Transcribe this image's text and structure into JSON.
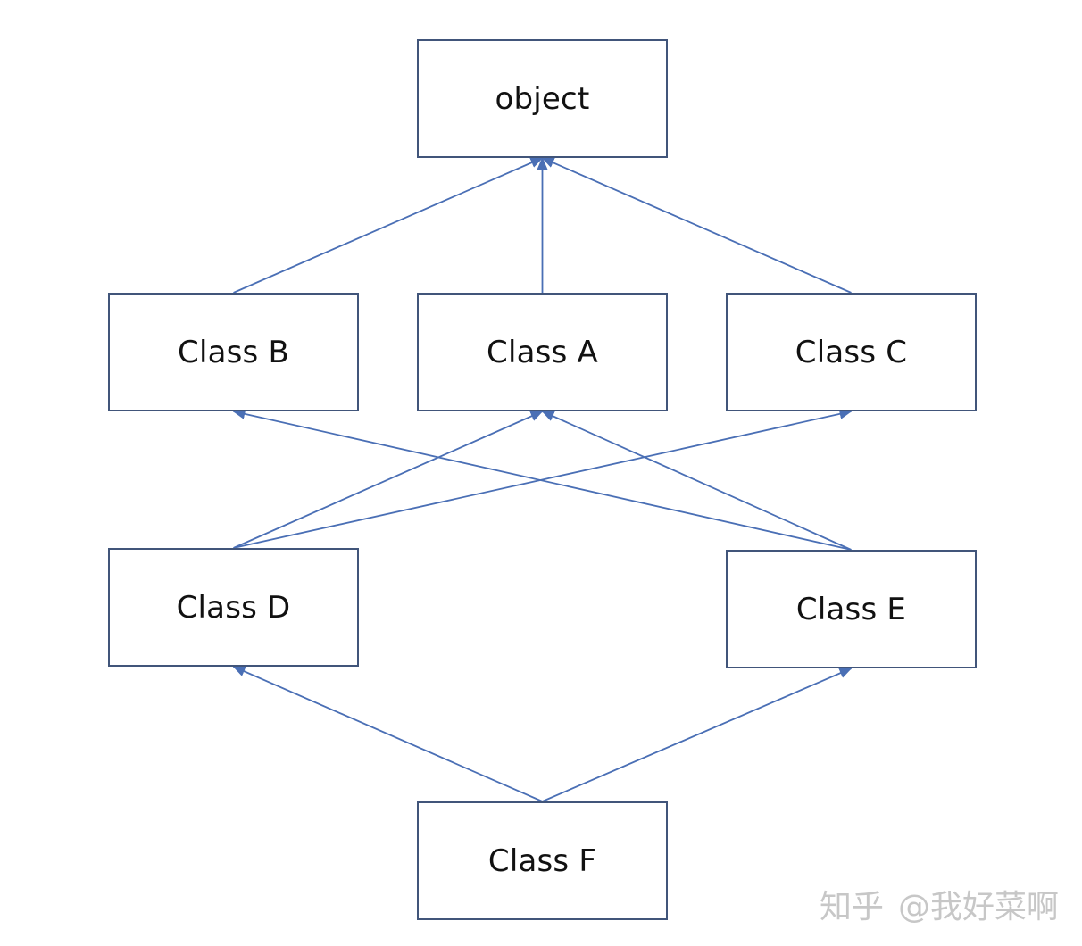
{
  "nodes": {
    "object": "object",
    "class_a": "Class A",
    "class_b": "Class B",
    "class_c": "Class C",
    "class_d": "Class D",
    "class_e": "Class E",
    "class_f": "Class F"
  },
  "edges": [
    {
      "from": "class_b",
      "to": "object"
    },
    {
      "from": "class_a",
      "to": "object"
    },
    {
      "from": "class_c",
      "to": "object"
    },
    {
      "from": "class_d",
      "to": "class_a"
    },
    {
      "from": "class_d",
      "to": "class_c"
    },
    {
      "from": "class_e",
      "to": "class_b"
    },
    {
      "from": "class_e",
      "to": "class_a"
    },
    {
      "from": "class_f",
      "to": "class_d"
    },
    {
      "from": "class_f",
      "to": "class_e"
    }
  ],
  "watermark": {
    "logo": "知乎",
    "handle": "@我好菜啊"
  },
  "colors": {
    "edge": "#4a6fb5",
    "box_border": "#41557a",
    "watermark": "#c7c7c7"
  }
}
